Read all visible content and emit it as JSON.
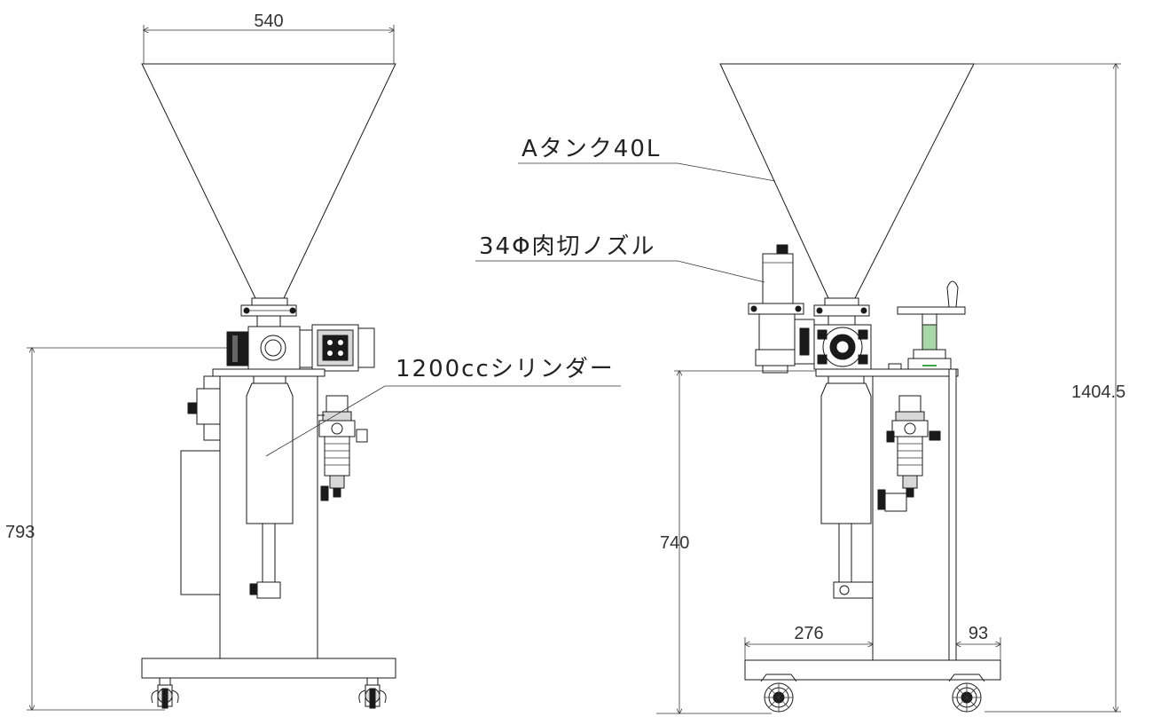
{
  "labels": {
    "tank": "Aタンク40L",
    "nozzle": "34Φ肉切ノズル",
    "cylinder": "1200ccシリンダー"
  },
  "dimensions": {
    "top_width": "540",
    "left_height": "793",
    "right_height": "740",
    "total_height": "1404.5",
    "inner_width": "276",
    "offset": "93"
  },
  "colors": {
    "line": "#1a1a1a",
    "text": "#333333",
    "accent_green": "#3aa845"
  }
}
